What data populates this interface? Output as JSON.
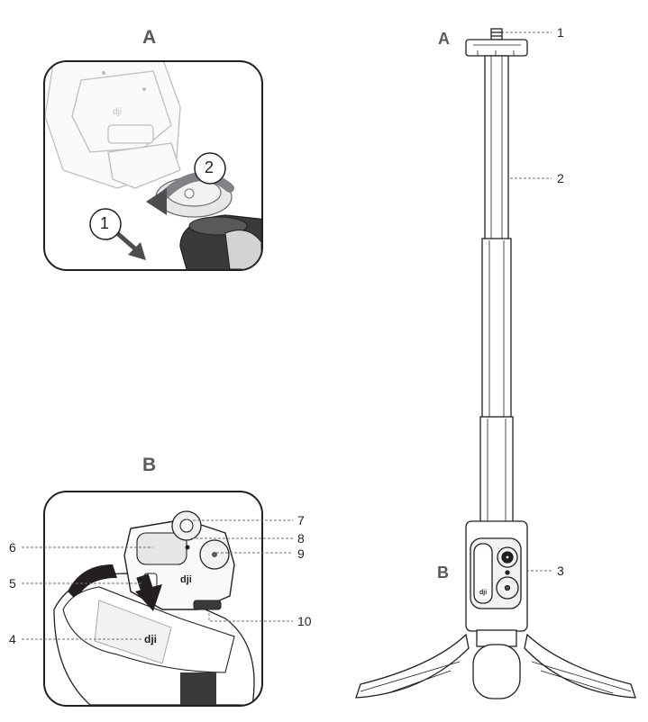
{
  "section_letters": {
    "top_inset": "A",
    "bottom_inset": "B",
    "stick_top": "A",
    "stick_bottom": "B"
  },
  "step_markers": [
    "1",
    "2"
  ],
  "callouts": {
    "c1": "1",
    "c2": "2",
    "c3": "3",
    "c4": "4",
    "c5": "5",
    "c6": "6",
    "c7": "7",
    "c8": "8",
    "c9": "9",
    "c10": "10"
  },
  "colors": {
    "line": "#231f20",
    "callout_dash": "#6d6e71",
    "arrow": "#4d4d4d",
    "letter": "#595959"
  }
}
